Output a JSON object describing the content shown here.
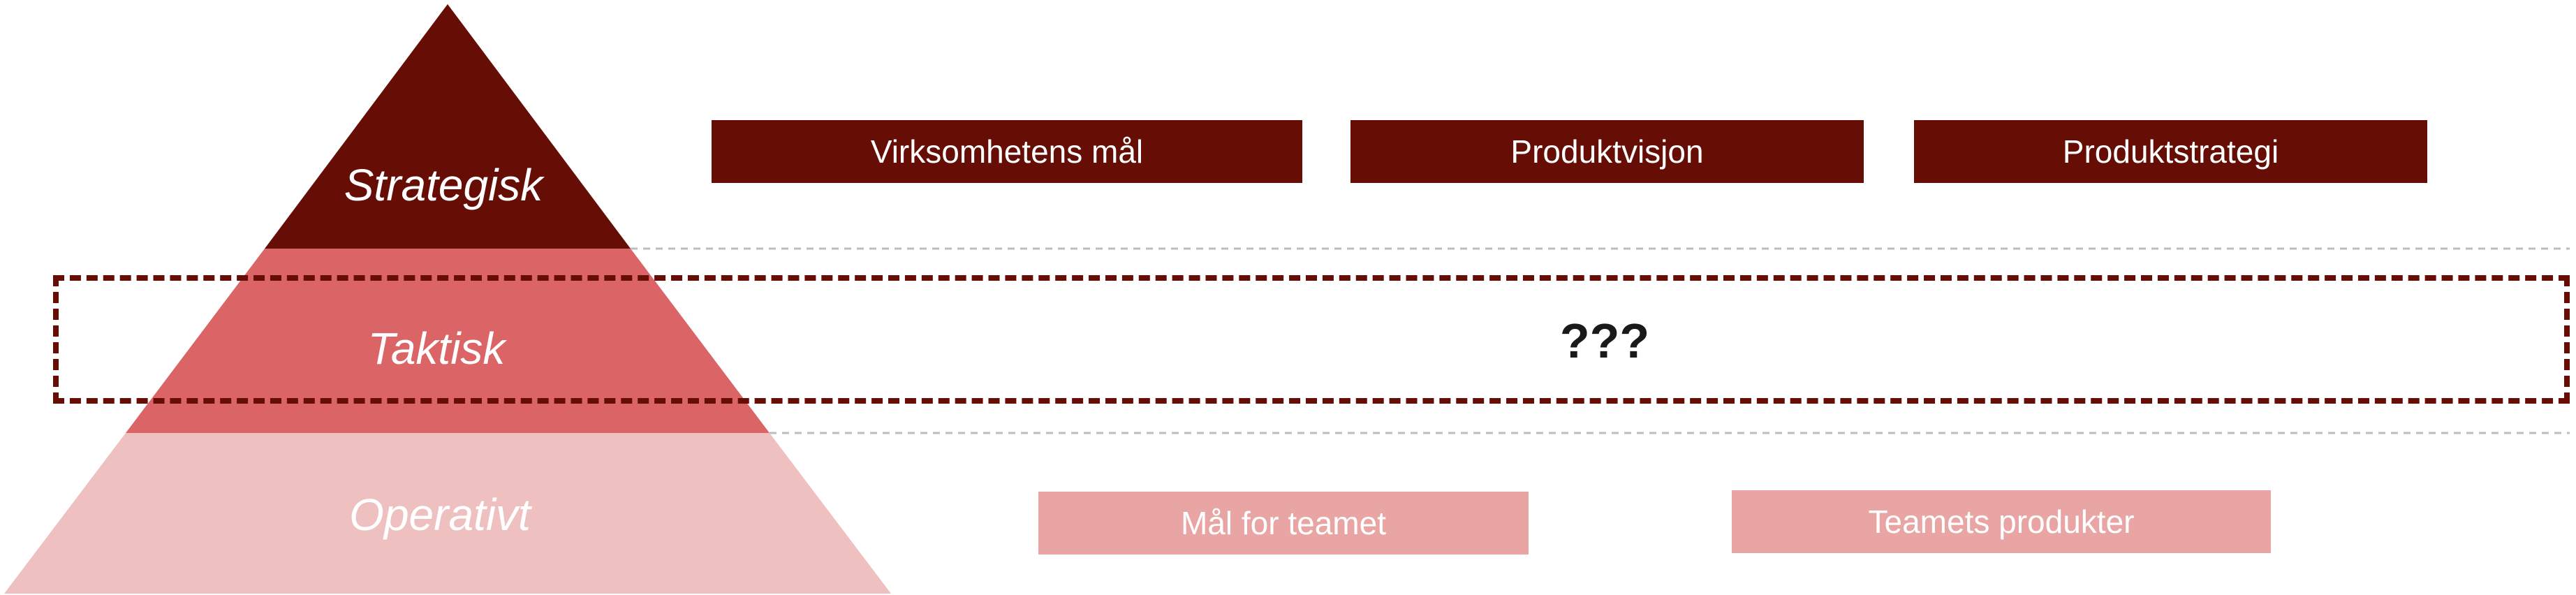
{
  "colors": {
    "strategic": "#660d05",
    "tactical": "#da6466",
    "operative": "#efc0c0",
    "operative_box": "#e8a5a4",
    "divider": "#bdbdbd"
  },
  "levels": {
    "strategic": "Strategisk",
    "tactical": "Taktisk",
    "operative": "Operativt"
  },
  "strategic_items": [
    "Virksomhetens mål",
    "Produktvisjon",
    "Produktstrategi"
  ],
  "tactical_placeholder": "???",
  "operative_items": [
    "Mål for teamet",
    "Teamets produkter"
  ]
}
